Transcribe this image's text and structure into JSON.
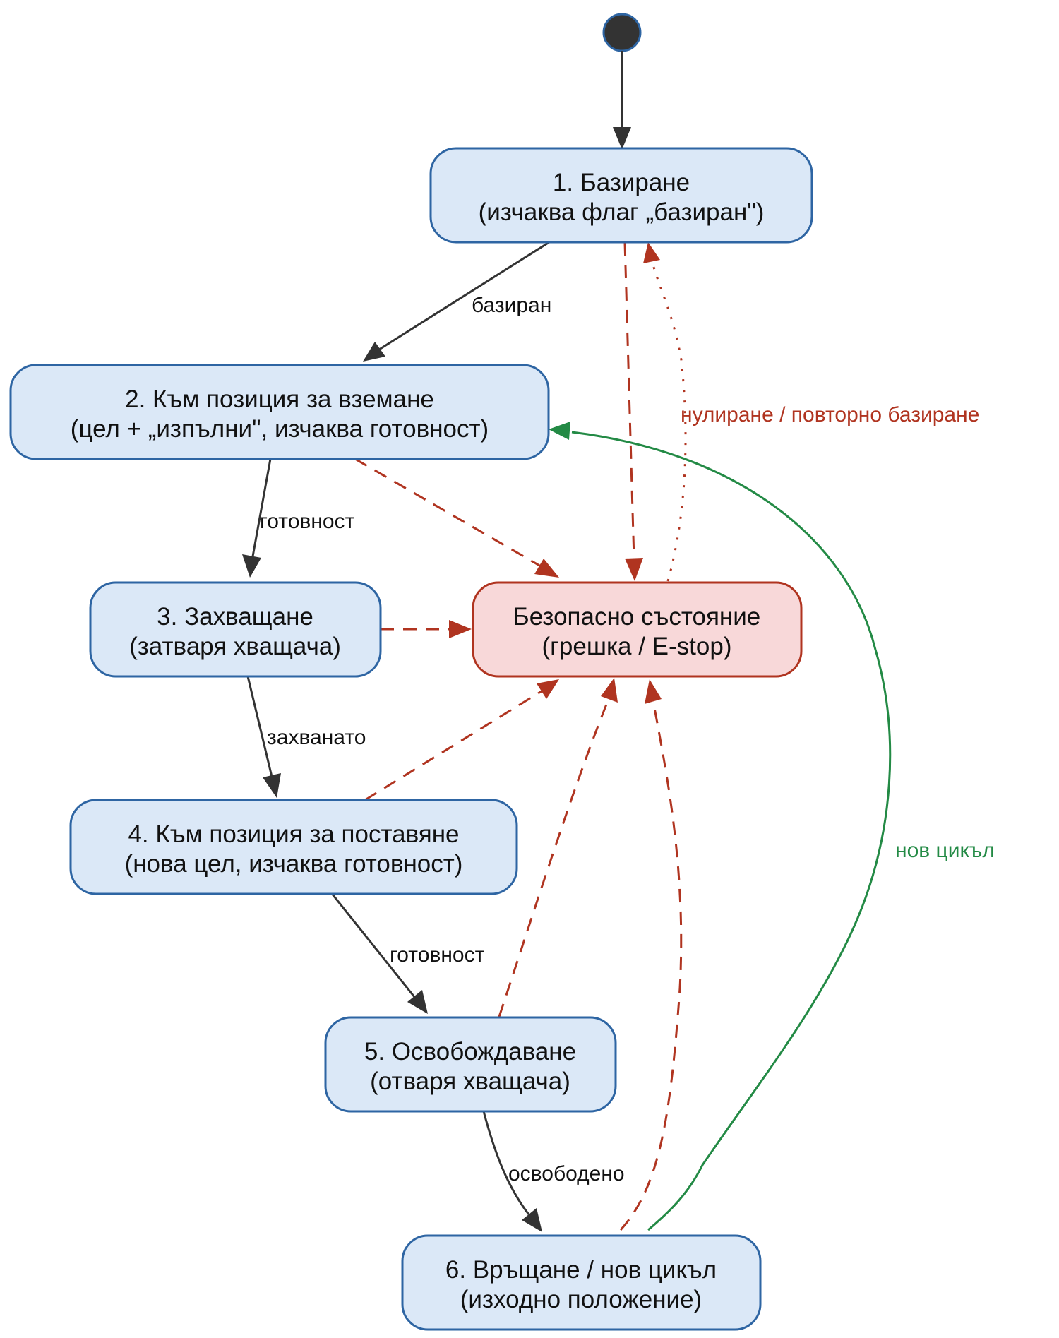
{
  "states": {
    "s1": {
      "line1": "1. Базиране",
      "line2": "(изчаква флаг „базиран\")"
    },
    "s2": {
      "line1": "2. Към позиция за вземане",
      "line2": "(цел + „изпълни\", изчаква готовност)"
    },
    "s3": {
      "line1": "3. Захващане",
      "line2": "(затваря хващача)"
    },
    "s4": {
      "line1": "4. Към позиция за поставяне",
      "line2": "(нова цел, изчаква готовност)"
    },
    "s5": {
      "line1": "5. Освобождаване",
      "line2": "(отваря хващача)"
    },
    "s6": {
      "line1": "6. Връщане / нов цикъл",
      "line2": "(изходно положение)"
    },
    "safe": {
      "line1": "Безопасно състояние",
      "line2": "(грешка / E-stop)"
    }
  },
  "edges": {
    "s1_s2": "базиран",
    "s2_s3": "готовност",
    "s3_s4": "захванато",
    "s4_s5": "готовност",
    "s5_s6": "освободено",
    "safe_s1": "нулиране / повторно базиране",
    "s6_s2": "нов цикъл"
  },
  "colors": {
    "state_fill": "#dbe8f7",
    "state_border": "#2e65a3",
    "safe_fill": "#f8d8d9",
    "safe_border": "#b03420",
    "normal_edge": "#333333",
    "fault_edge": "#b03420",
    "loop_edge": "#238a45",
    "initial_node": "#333333"
  }
}
